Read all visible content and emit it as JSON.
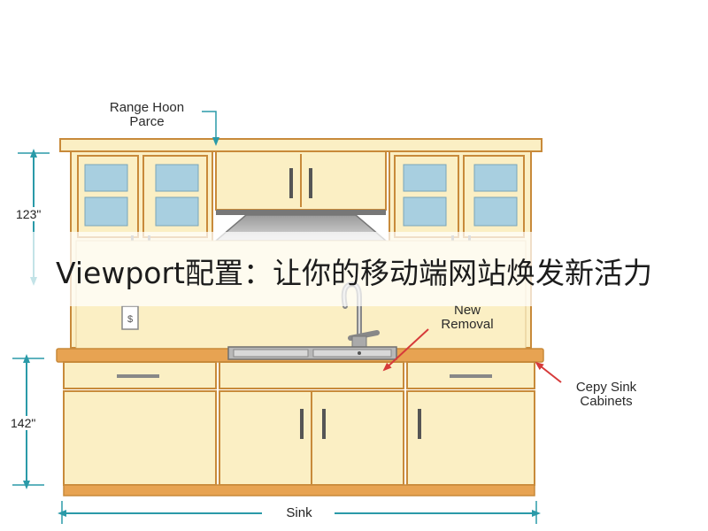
{
  "diagram": {
    "callouts": {
      "hood_line1": "Range Hoon",
      "hood_line2": "Parce",
      "new_line1": "New",
      "new_line2": "Removal",
      "sink_cab_line1": "Cepy Sink",
      "sink_cab_line2": "Cabinets"
    },
    "dimensions": {
      "upper_height": "123\"",
      "lower_height": "142\"",
      "width": "Sink"
    },
    "outlet_symbol": "$"
  },
  "banner": {
    "title": "Viewport配置：让你的移动端网站焕发新活力"
  },
  "colors": {
    "cabinet": "#fbefc4",
    "outline": "#c88a3a",
    "countertop": "#e7a352",
    "glass": "#a8cfe0",
    "hood": "#c9c9c9",
    "dimension": "#2a9aa8",
    "arrow_red": "#d63a3a"
  }
}
